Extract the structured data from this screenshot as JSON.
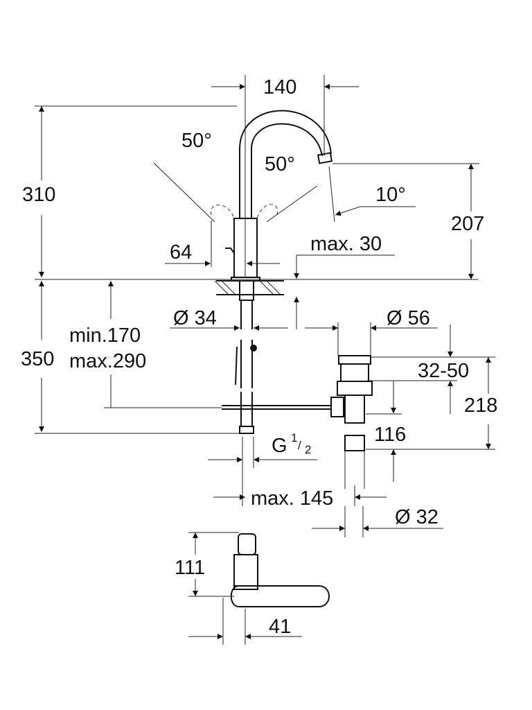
{
  "drawing": {
    "dimensions": {
      "width_140": "140",
      "angle_upper": "50°",
      "angle_lower": "50°",
      "angle_spout": "10°",
      "height_310": "310",
      "height_207": "207",
      "offset_64": "64",
      "max_30": "max. 30",
      "dia_34": "Ø 34",
      "dia_56": "Ø 56",
      "min_170": "min.170",
      "max_290": "max.290",
      "height_350": "350",
      "range_32_50": "32-50",
      "height_218": "218",
      "height_116": "116",
      "thread_g": "G",
      "thread_num": "1",
      "thread_den": "2",
      "max_145": "max. 145",
      "dia_32": "Ø 32",
      "height_111": "111",
      "width_41": "41"
    }
  }
}
